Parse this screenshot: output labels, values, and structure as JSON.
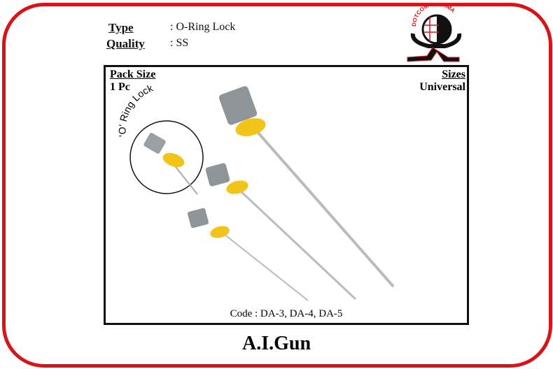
{
  "specs": {
    "type_label": "Type",
    "type_value": ": O-Ring Lock",
    "quality_label": "Quality",
    "quality_value": ": SS"
  },
  "logo_text": "DOTCOM PHARMA",
  "pack": {
    "label": "Pack Size",
    "value": "1 Pc"
  },
  "sizes": {
    "label": "Sizes",
    "value": "Universal"
  },
  "inset_caption": "'O' Ring Lock",
  "code": "Code : DA-3, DA-4, DA-5",
  "title": "A.I.Gun",
  "colors": {
    "border": "#d8141b",
    "ring": "#f2c318"
  }
}
